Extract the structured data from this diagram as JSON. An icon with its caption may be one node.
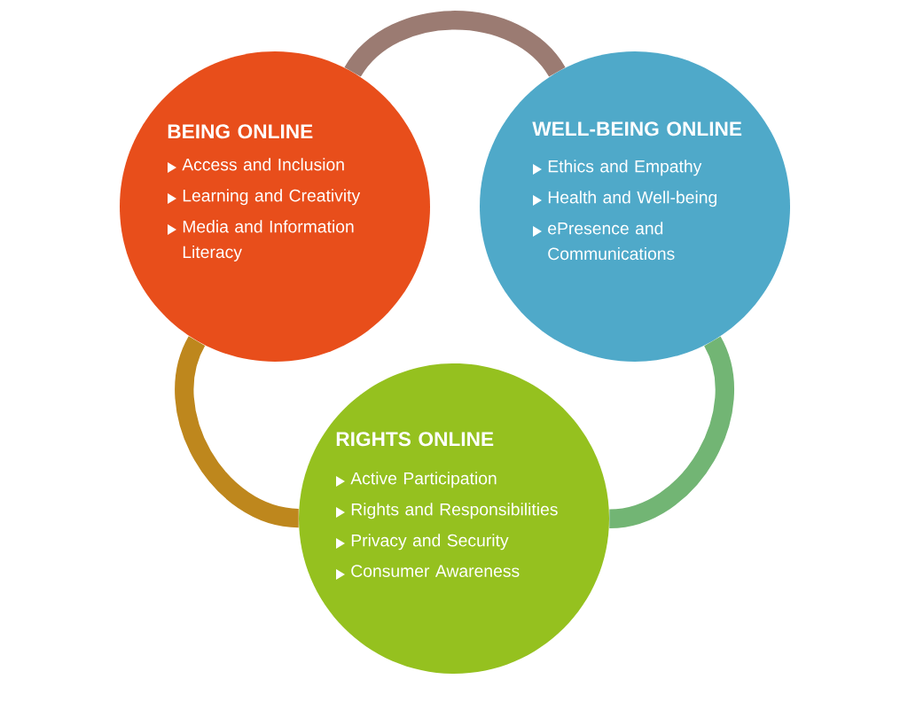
{
  "diagram": {
    "nodes": [
      {
        "text": [
          "BEING ONLINE",
          "Access and Inclusion",
          "Learning and Creativity",
          "Media and Information Literacy"
        ]
      },
      {
        "text": [
          "WELL-BEING ONLINE",
          "Ethics and Empathy",
          "Health and Well-being",
          "ePresence and Communications"
        ]
      },
      {
        "text": [
          "RIGHTS ONLINE",
          "Active Participation",
          "Rights and Responsibilities",
          "Privacy and Security",
          "Consumer Awareness"
        ]
      }
    ],
    "edges": [
      {
        "from": 0,
        "to": 1,
        "arrow": "none"
      },
      {
        "from": 1,
        "to": 2,
        "arrow": "none"
      },
      {
        "from": 2,
        "to": 0,
        "arrow": "none"
      }
    ]
  }
}
